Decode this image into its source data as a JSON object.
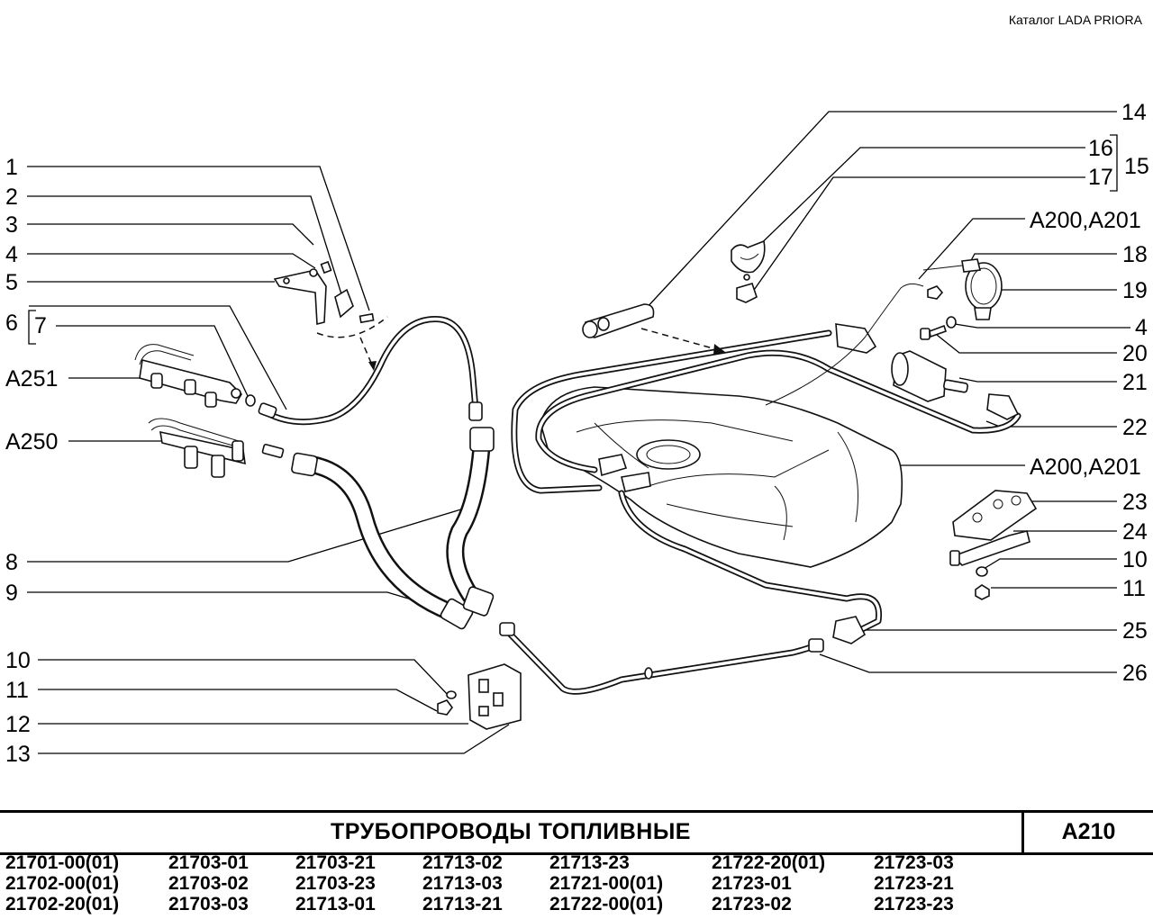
{
  "catalog": "Каталог  LADA  PRIORA",
  "callouts": {
    "c1": "1",
    "c2": "2",
    "c3": "3",
    "c4": "4",
    "c5": "5",
    "c6": "6",
    "c7": "7",
    "c8": "8",
    "c9": "9",
    "c10": "10",
    "c11": "11",
    "c12": "12",
    "c13": "13",
    "r14": "14",
    "r15": "15",
    "r16": "16",
    "r17": "17",
    "r18": "18",
    "r19": "19",
    "r4": "4",
    "r20": "20",
    "r21": "21",
    "r22": "22",
    "r23": "23",
    "r24": "24",
    "r10": "10",
    "r11": "11",
    "r25": "25",
    "r26": "26"
  },
  "references": {
    "a251": "A251",
    "a250": "A250",
    "a200a": "A200,A201",
    "a200b": "A200,A201"
  },
  "footer": {
    "title": "ТРУБОПРОВОДЫ   ТОПЛИВНЫЕ",
    "code": "A210",
    "models": [
      [
        "21701-00(01)",
        "21702-00(01)",
        "21702-20(01)"
      ],
      [
        "21703-01",
        "21703-02",
        "21703-03"
      ],
      [
        "21703-21",
        "21703-23",
        "21713-01"
      ],
      [
        "21713-02",
        "21713-03",
        "21713-21"
      ],
      [
        "21713-23",
        "21721-00(01)",
        "21722-00(01)"
      ],
      [
        "21722-20(01)",
        "21723-01",
        "21723-02"
      ],
      [
        "21723-03",
        "21723-21",
        "21723-23"
      ]
    ]
  }
}
